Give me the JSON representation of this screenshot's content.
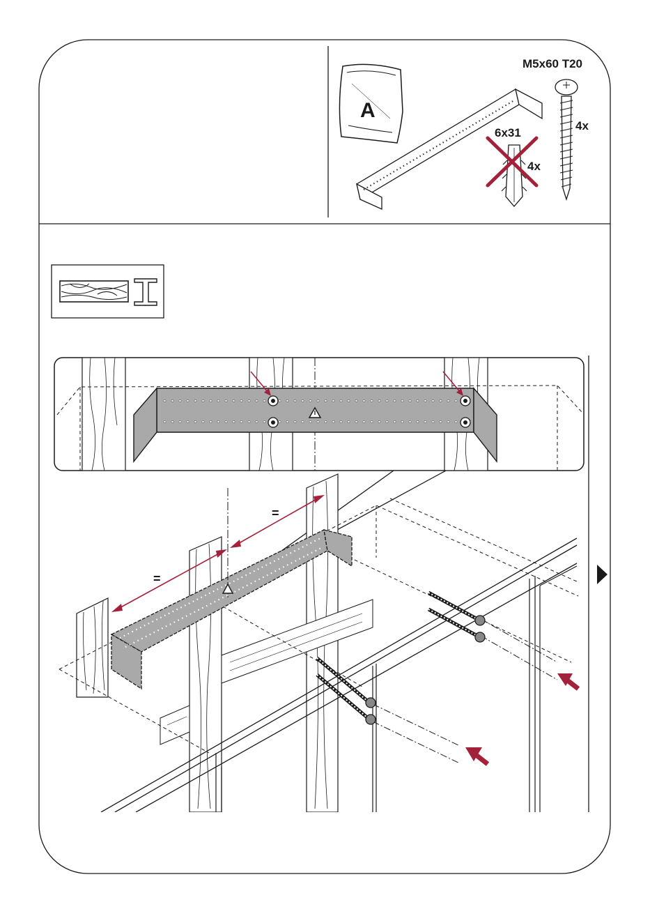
{
  "parts_panel": {
    "screw_spec": "M5x60 T20",
    "screw_qty": "4x",
    "bag_label": "A",
    "plug_spec": "6x31",
    "plug_qty": "4x"
  },
  "instruction": {
    "equal_mark_left": "=",
    "equal_mark_right": "=",
    "warning_glyph": "⚠",
    "next_page_icon": "triangle-right-icon"
  },
  "colors": {
    "accent_red": "#a3213a",
    "bracket_grey": "#a9a9a9",
    "line": "#1a1a1a"
  }
}
